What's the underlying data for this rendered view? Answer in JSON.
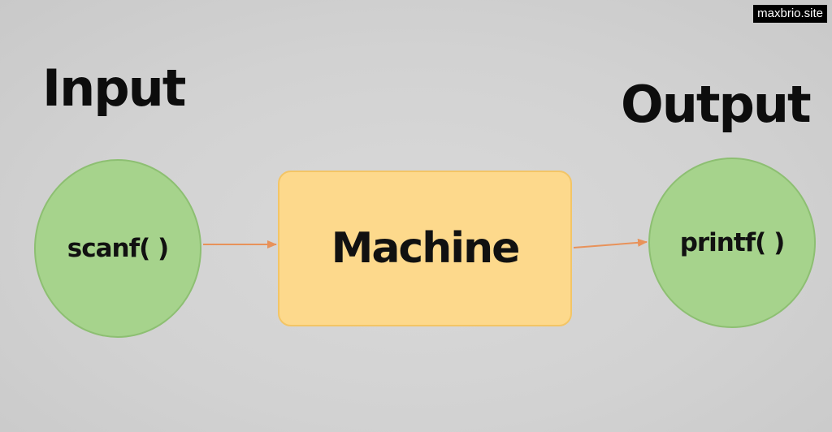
{
  "watermark": {
    "text": "maxbrio.site"
  },
  "diagram": {
    "input_heading": "Input",
    "output_heading": "Output",
    "nodes": {
      "input": "scanf( )",
      "process": "Machine",
      "output": "printf( )"
    },
    "edges": [
      {
        "from": "input",
        "to": "process"
      },
      {
        "from": "process",
        "to": "output"
      }
    ],
    "colors": {
      "node_fill_io": "#a6d38c",
      "node_fill_process": "#fdd98c",
      "arrow": "#e8925a"
    }
  }
}
